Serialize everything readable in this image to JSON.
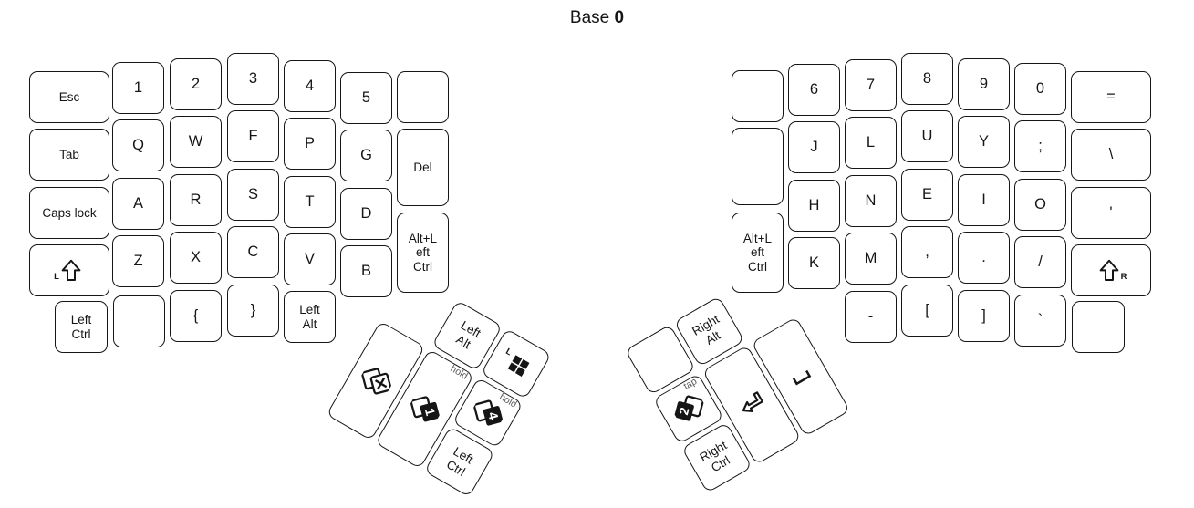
{
  "title": {
    "text": "Base",
    "layer": "0"
  },
  "colors": {
    "key_border": "#151515",
    "key_fill": "#ffffff",
    "text": "#151515",
    "hint_text": "#5a5a5a",
    "icon_fill": "#151515"
  },
  "keys": {
    "left_main": [
      {
        "id": "esc",
        "label": "Esc"
      },
      {
        "id": "n1",
        "label": "1"
      },
      {
        "id": "n2",
        "label": "2"
      },
      {
        "id": "n3",
        "label": "3"
      },
      {
        "id": "n4",
        "label": "4"
      },
      {
        "id": "n5",
        "label": "5"
      },
      {
        "id": "blank-left-top",
        "label": ""
      },
      {
        "id": "tab",
        "label": "Tab"
      },
      {
        "id": "q",
        "label": "Q"
      },
      {
        "id": "w",
        "label": "W"
      },
      {
        "id": "f",
        "label": "F"
      },
      {
        "id": "p",
        "label": "P"
      },
      {
        "id": "g",
        "label": "G"
      },
      {
        "id": "del",
        "label": "Del"
      },
      {
        "id": "caps-lock",
        "label": "Caps lock"
      },
      {
        "id": "a",
        "label": "A"
      },
      {
        "id": "r",
        "label": "R"
      },
      {
        "id": "s",
        "label": "S"
      },
      {
        "id": "t",
        "label": "T"
      },
      {
        "id": "d",
        "label": "D"
      },
      {
        "id": "alt-left-ctrl-left",
        "label": "Alt+L\neft\nCtrl"
      },
      {
        "id": "left-shift",
        "icon": "shift",
        "sub": "L"
      },
      {
        "id": "z",
        "label": "Z"
      },
      {
        "id": "x",
        "label": "X"
      },
      {
        "id": "c",
        "label": "C"
      },
      {
        "id": "v",
        "label": "V"
      },
      {
        "id": "b",
        "label": "B"
      },
      {
        "id": "left-ctrl",
        "label": "Left\nCtrl"
      },
      {
        "id": "blank-left-bottom",
        "label": ""
      },
      {
        "id": "lbrace",
        "label": "{"
      },
      {
        "id": "rbrace",
        "label": "}"
      },
      {
        "id": "left-alt",
        "label": "Left\nAlt"
      }
    ],
    "right_main": [
      {
        "id": "blank-right-top",
        "label": ""
      },
      {
        "id": "n6",
        "label": "6"
      },
      {
        "id": "n7",
        "label": "7"
      },
      {
        "id": "n8",
        "label": "8"
      },
      {
        "id": "n9",
        "label": "9"
      },
      {
        "id": "n0",
        "label": "0"
      },
      {
        "id": "equals",
        "label": "="
      },
      {
        "id": "blank-right-tall",
        "label": ""
      },
      {
        "id": "j",
        "label": "J"
      },
      {
        "id": "l",
        "label": "L"
      },
      {
        "id": "u",
        "label": "U"
      },
      {
        "id": "y",
        "label": "Y"
      },
      {
        "id": "semicolon",
        "label": ";"
      },
      {
        "id": "backslash",
        "label": "\\"
      },
      {
        "id": "alt-left-ctrl-right",
        "label": "Alt+L\neft\nCtrl"
      },
      {
        "id": "h",
        "label": "H"
      },
      {
        "id": "n",
        "label": "N"
      },
      {
        "id": "e",
        "label": "E"
      },
      {
        "id": "i",
        "label": "I"
      },
      {
        "id": "o",
        "label": "O"
      },
      {
        "id": "quote",
        "label": "'"
      },
      {
        "id": "k",
        "label": "K"
      },
      {
        "id": "m",
        "label": "M"
      },
      {
        "id": "comma",
        "label": ","
      },
      {
        "id": "period",
        "label": "."
      },
      {
        "id": "slash",
        "label": "/"
      },
      {
        "id": "right-shift",
        "icon": "shift",
        "sub": "R"
      },
      {
        "id": "minus",
        "label": "-"
      },
      {
        "id": "lbracket",
        "label": "["
      },
      {
        "id": "rbracket",
        "label": "]"
      },
      {
        "id": "grave",
        "label": "`"
      },
      {
        "id": "blank-right-bottom",
        "label": ""
      }
    ],
    "left_thumb": [
      {
        "id": "layers-clear",
        "icon": "layers-x"
      },
      {
        "id": "left-alt-thumb",
        "label": "Left\nAlt"
      },
      {
        "id": "layer-1-hold",
        "icon": "layers-num",
        "num": "1",
        "hint": "hold"
      },
      {
        "id": "left-gui",
        "icon": "win",
        "sub": "L"
      },
      {
        "id": "layer-4-hold",
        "icon": "layers-num",
        "num": "4",
        "hint": "hold"
      },
      {
        "id": "left-ctrl-thumb",
        "label": "Left\nCtrl"
      }
    ],
    "right_thumb": [
      {
        "id": "blank-right-thumb",
        "label": ""
      },
      {
        "id": "layer-2-tap",
        "icon": "layers-num-mirror",
        "num": "2",
        "hint": "tap"
      },
      {
        "id": "right-ctrl-thumb",
        "label": "Right\nCtrl"
      },
      {
        "id": "right-alt-thumb",
        "label": "Right\nAlt"
      },
      {
        "id": "enter",
        "icon": "enter"
      },
      {
        "id": "space",
        "icon": "space"
      }
    ]
  }
}
